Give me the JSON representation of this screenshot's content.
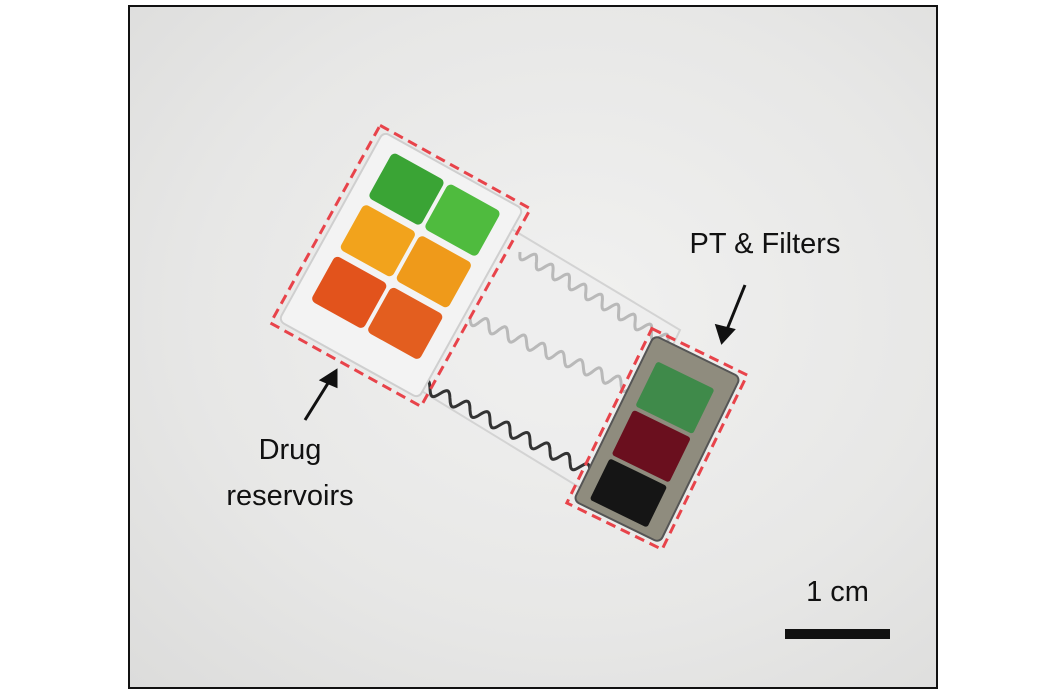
{
  "labels": {
    "pt_filters": "PT & Filters",
    "drug_line1": "Drug",
    "drug_line2": "reservoirs",
    "scale": "1 cm"
  },
  "colors": {
    "dash_box": "#e8434a",
    "reservoir_green": "#3fa83a",
    "reservoir_orange": "#f0a020",
    "reservoir_red": "#e2561e",
    "filter_green": "#3f8a4a",
    "filter_red": "#6a0f1e",
    "filter_black": "#151515"
  }
}
